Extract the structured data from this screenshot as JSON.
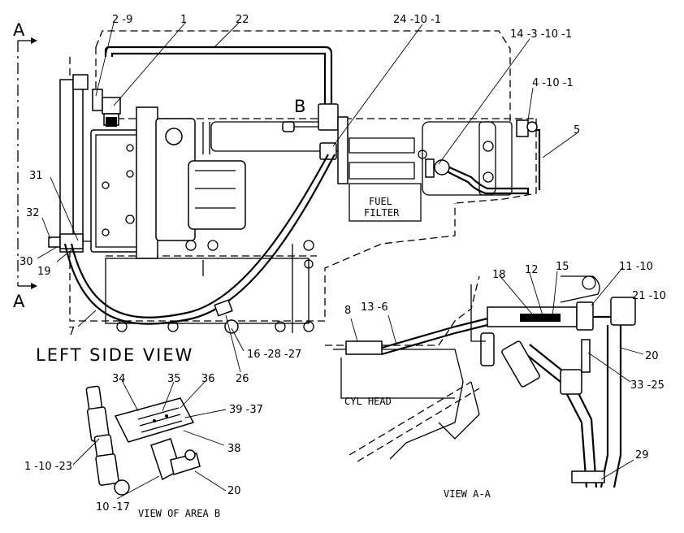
{
  "callouts": {
    "c_2_9": "2 -9",
    "c_1": "1",
    "c_22": "22",
    "c_24_10_1": "24 -10 -1",
    "c_14_3_10_1": "14 -3 -10 -1",
    "c_4_10_1": "4 -10 -1",
    "c_5": "5",
    "c_31": "31",
    "c_32": "32",
    "c_30": "30",
    "c_19": "19",
    "c_7": "7",
    "c_16_28_27": "16 -28 -27",
    "c_26": "26",
    "c_34": "34",
    "c_35": "35",
    "c_36": "36",
    "c_39_37": "39 -37",
    "c_38": "38",
    "c_1_10_23": "1 -10 -23",
    "c_10_17": "10 -17",
    "c_20_b": "20",
    "c_18": "18",
    "c_12": "12",
    "c_15": "15",
    "c_11_10": "11 -10",
    "c_21_10": "21 -10",
    "c_8": "8",
    "c_13_6": "13 -6",
    "c_20_a": "20",
    "c_33_25": "33 -25",
    "c_29": "29"
  },
  "section": {
    "marker_top": "A",
    "marker_bottom": "A",
    "view_ref": "B"
  },
  "views": {
    "left_side": "LEFT SIDE VIEW",
    "area_b": "VIEW OF AREA B",
    "a_a": "VIEW A-A"
  },
  "parts": {
    "fuel_filter_line1": "FUEL",
    "fuel_filter_line2": "FILTER",
    "cyl_head": "CYL HEAD"
  }
}
